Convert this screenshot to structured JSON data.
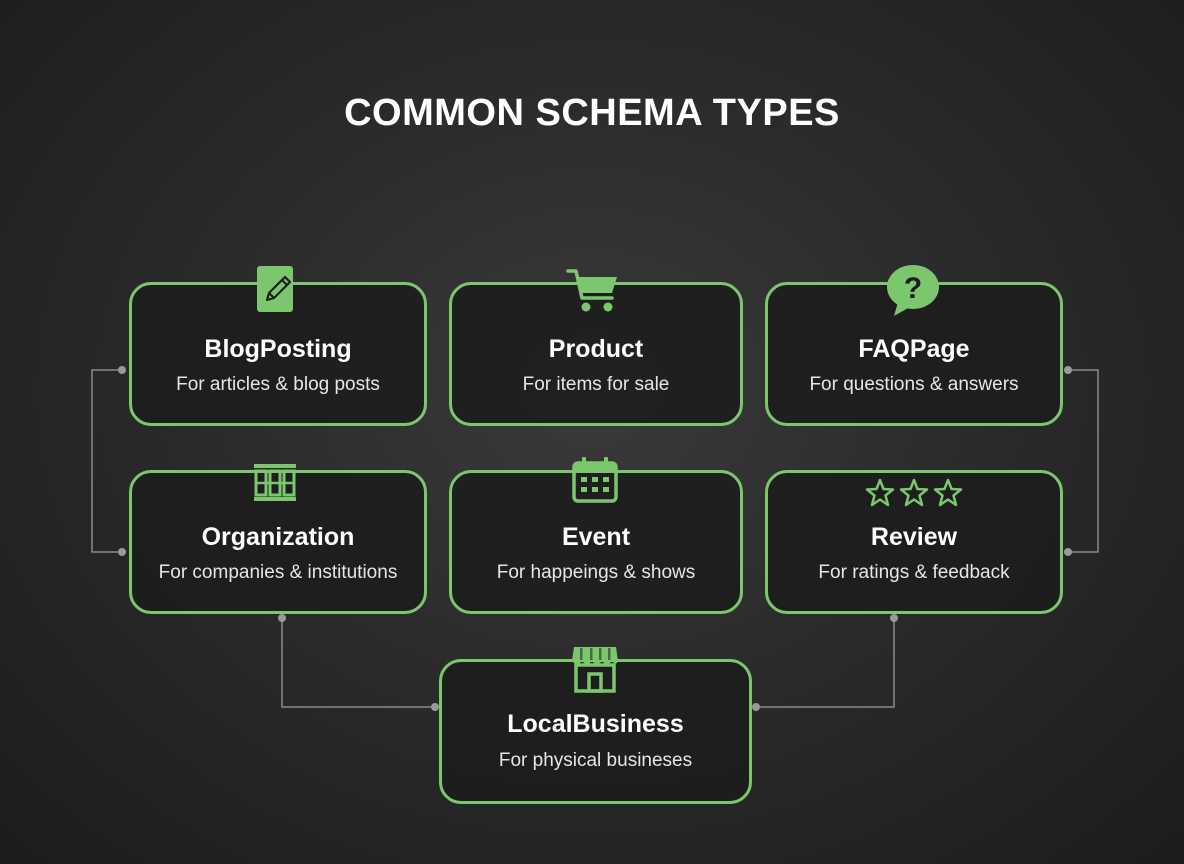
{
  "title": "COMMON SCHEMA TYPES",
  "colors": {
    "accent": "#7cc76e",
    "background": "#262626",
    "connector": "#8a8a8a"
  },
  "cards": [
    {
      "id": "blogposting",
      "name": "BlogPosting",
      "description": "For articles & blog posts",
      "icon": "edit-document-icon"
    },
    {
      "id": "product",
      "name": "Product",
      "description": "For items for sale",
      "icon": "shopping-cart-icon"
    },
    {
      "id": "faqpage",
      "name": "FAQPage",
      "description": "For questions & answers",
      "icon": "question-bubble-icon"
    },
    {
      "id": "organization",
      "name": "Organization",
      "description": "For companies & institutions",
      "icon": "building-icon"
    },
    {
      "id": "event",
      "name": "Event",
      "description": "For happeings & shows",
      "icon": "calendar-icon"
    },
    {
      "id": "review",
      "name": "Review",
      "description": "For ratings & feedback",
      "icon": "stars-icon"
    },
    {
      "id": "localbusiness",
      "name": "LocalBusiness",
      "description": "For physical busineses",
      "icon": "storefront-icon"
    }
  ]
}
